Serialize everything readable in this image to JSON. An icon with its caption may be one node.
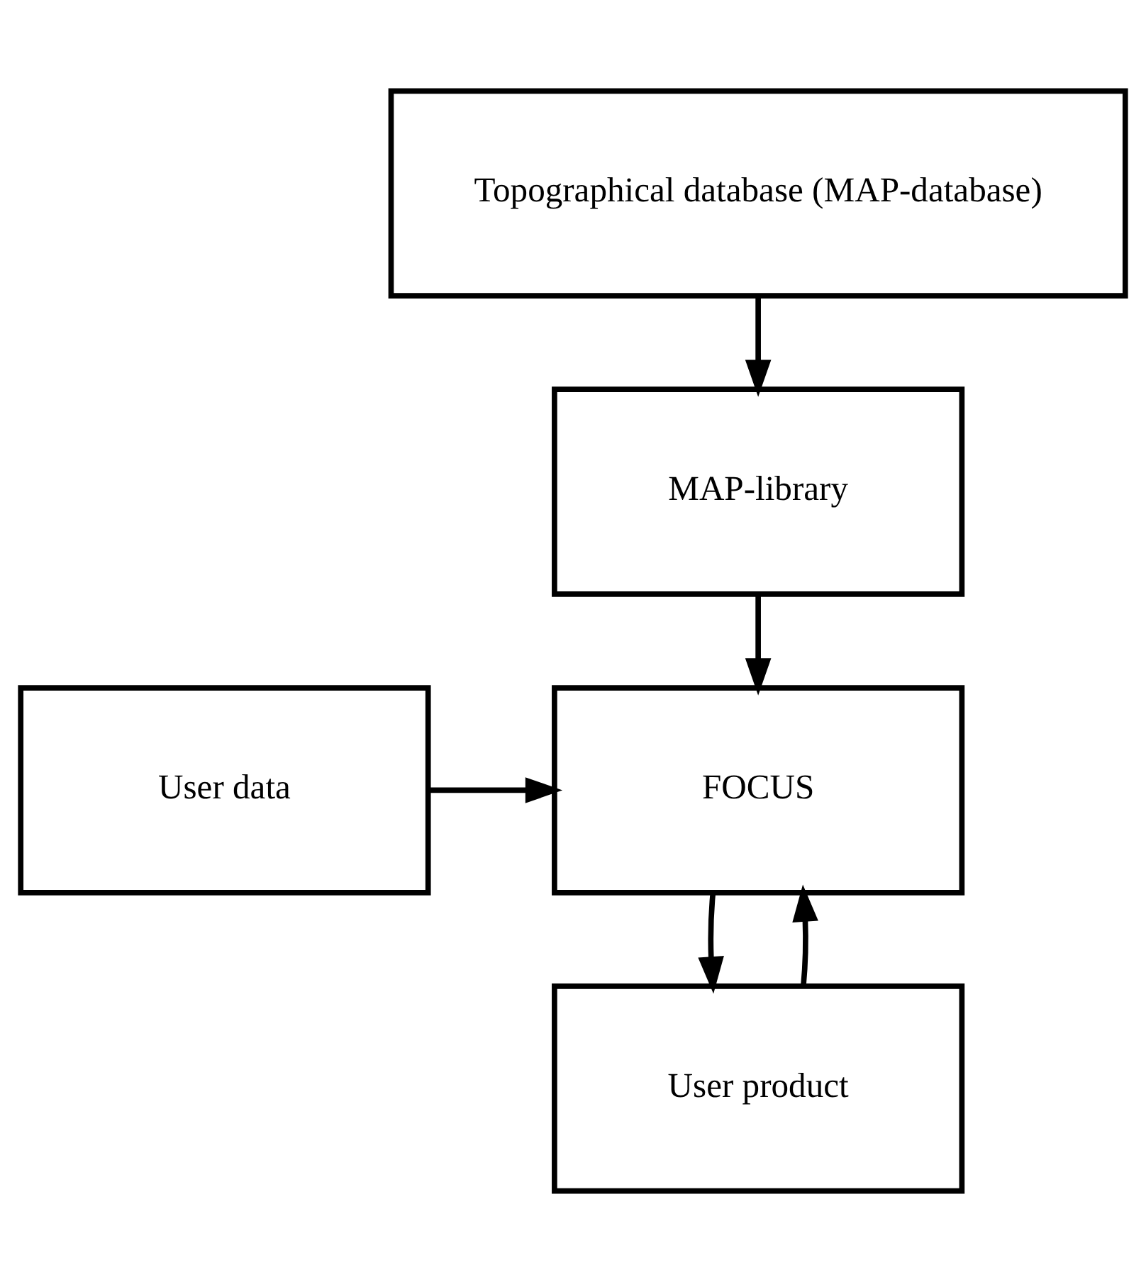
{
  "diagram": {
    "nodes": [
      {
        "text": [
          "Topographical database (MAP-database)"
        ]
      },
      {
        "text": [
          "MAP-library"
        ]
      },
      {
        "text": [
          "User data"
        ]
      },
      {
        "text": [
          "FOCUS"
        ]
      },
      {
        "text": [
          "User product"
        ]
      }
    ],
    "edges": [
      {
        "from": 0,
        "to": 1,
        "arrow": "to"
      },
      {
        "from": 1,
        "to": 3,
        "arrow": "to"
      },
      {
        "from": 2,
        "to": 3,
        "arrow": "to"
      },
      {
        "from": 3,
        "to": 4,
        "arrow": "to"
      },
      {
        "from": 4,
        "to": 3,
        "arrow": "to"
      }
    ]
  }
}
